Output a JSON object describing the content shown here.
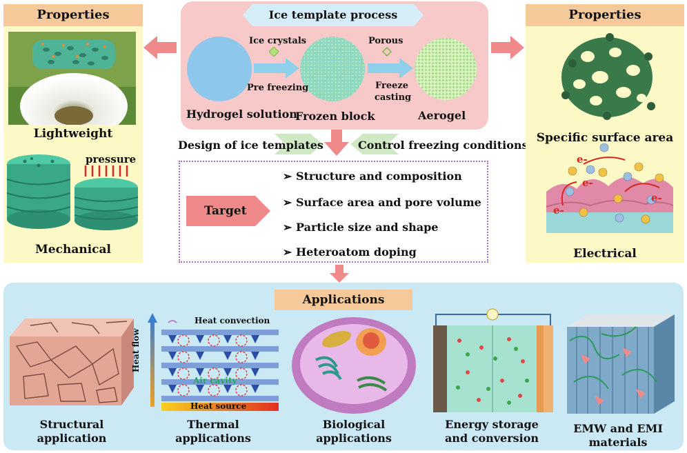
{
  "colors": {
    "properties_bg": "#fdf9c6",
    "properties_title_bg": "#f6c99a",
    "process_bg": "#f7c9c9",
    "applications_bg": "#cbe8f5",
    "arrow_pink": "#f08a8a",
    "arrow_blue": "#8ed0ec",
    "target_border": "#a86cc6"
  },
  "left_panel": {
    "title": "Properties",
    "lightweight_label": "Lightweight",
    "pressure_label": "pressure",
    "mechanical_label": "Mechanical"
  },
  "process": {
    "title": "Ice template process",
    "ice_crystals": "Ice crystals",
    "porous": "Porous",
    "pre_freezing": "Pre freezing",
    "freeze_casting_1": "Freeze",
    "freeze_casting_2": "casting",
    "hydrogel_solution": "Hydrogel solution",
    "frozen_block": "Frozen block",
    "aerogel": "Aerogel"
  },
  "controls": {
    "design": "Design of ice templates",
    "control": "Control freezing conditions"
  },
  "target": {
    "label": "Target",
    "items": [
      "Structure and composition",
      "Surface area and pore volume",
      "Particle size and shape",
      "Heteroatom doping"
    ]
  },
  "right_panel": {
    "title": "Properties",
    "surface_area_label": "Specific surface area",
    "electron_label": "e-",
    "electrical_label": "Electrical"
  },
  "applications": {
    "title": "Applications",
    "heat_convection": "Heat convection",
    "air_cavity": "Air cavity",
    "heat_source": "Heat source",
    "heat_flow": "Heat flow",
    "items": [
      {
        "line1": "Structural",
        "line2": "application"
      },
      {
        "line1": "Thermal",
        "line2": "applications"
      },
      {
        "line1": "Biological",
        "line2": "applications"
      },
      {
        "line1": "Energy storage",
        "line2": "and conversion"
      },
      {
        "line1": "EMW and EMI",
        "line2": "materials"
      }
    ]
  }
}
